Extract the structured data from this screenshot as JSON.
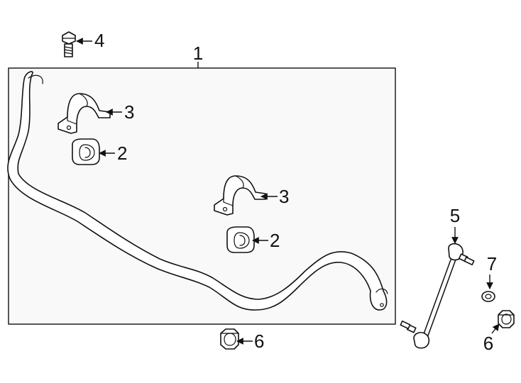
{
  "colors": {
    "line": "#111111",
    "assembly_box_fill": "#f9f9f9",
    "background": "#ffffff"
  },
  "callouts": {
    "stabilizer_bar": "1",
    "bushing_upper": "2",
    "bushing_lower": "2",
    "bracket_upper": "3",
    "bracket_lower": "3",
    "bolt": "4",
    "stabilizer_link": "5",
    "nut_bottom": "6",
    "nut_right": "6",
    "washer": "7"
  }
}
